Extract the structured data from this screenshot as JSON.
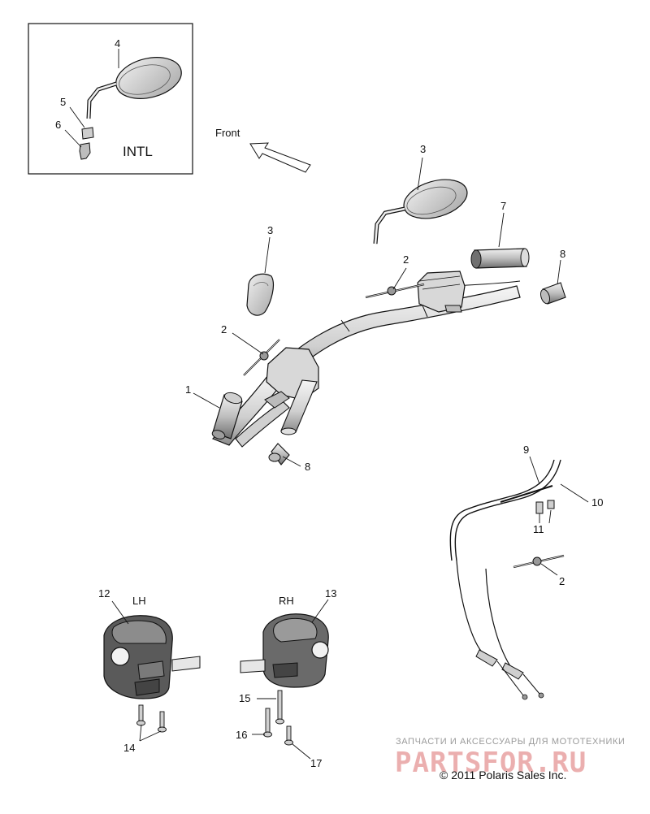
{
  "labels": {
    "c1": "1",
    "c2a": "2",
    "c2b": "2",
    "c2c": "2",
    "c3a": "3",
    "c3b": "3",
    "c4": "4",
    "c5": "5",
    "c6": "6",
    "c7": "7",
    "c8a": "8",
    "c8b": "8",
    "c9": "9",
    "c10": "10",
    "c11": "11",
    "c12": "12",
    "c13": "13",
    "c14": "14",
    "c15": "15",
    "c16": "16",
    "c17": "17"
  },
  "inset": {
    "label": "INTL"
  },
  "direction": {
    "label": "Front"
  },
  "sides": {
    "lh": "LH",
    "rh": "RH"
  },
  "watermark": {
    "tagline": "ЗАПЧАСТИ И АКСЕССУАРЫ ДЛЯ МОТОТЕХНИКИ",
    "logo": "PARTSFOR.RU"
  },
  "copyright": "© 2011 Polaris Sales Inc.",
  "colors": {
    "line": "#111111",
    "part_fill": "#d8d8d8",
    "watermark": "#e8a2a2"
  }
}
